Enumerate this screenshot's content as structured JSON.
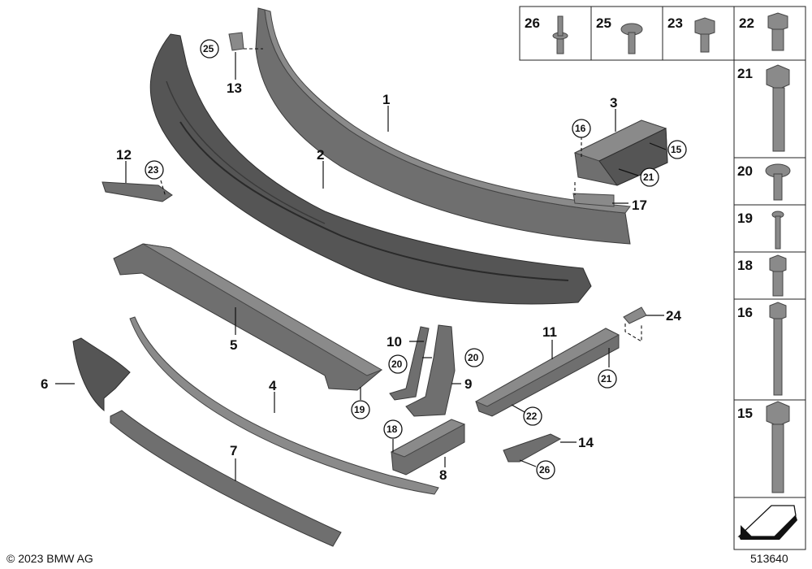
{
  "callouts": {
    "c1": "1",
    "c2": "2",
    "c3": "3",
    "c4": "4",
    "c5": "5",
    "c6": "6",
    "c7": "7",
    "c8": "8",
    "c9": "9",
    "c10": "10",
    "c11": "11",
    "c12": "12",
    "c13": "13",
    "c14": "14",
    "c17": "17",
    "c24": "24"
  },
  "circled": {
    "c15": "15",
    "c16": "16",
    "c18": "18",
    "c19": "19",
    "c20a": "20",
    "c20b": "20",
    "c21a": "21",
    "c21b": "21",
    "c23": "23",
    "c25": "25",
    "c26": "26"
  },
  "fasteners": {
    "f26": "26",
    "f25": "25",
    "f23": "23",
    "f22": "22",
    "f21": "21",
    "f20": "20",
    "f19": "19",
    "f18": "18",
    "f16": "16",
    "f15": "15"
  },
  "footer": {
    "copyright": "© 2023 BMW AG",
    "diagram_number": "513640"
  }
}
